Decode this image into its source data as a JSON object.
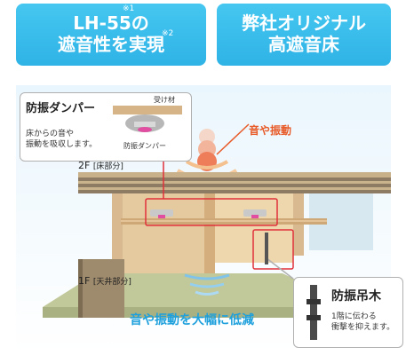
{
  "badges": {
    "left": {
      "line1": "LH-55の",
      "line2": "遮音性を実現",
      "note1": "※1",
      "note2": "※2"
    },
    "right": {
      "line1": "弊社オリジナル",
      "line2": "高遮音床"
    }
  },
  "diagram": {
    "floor_2f": "2F",
    "floor_2f_part": "[床部分]",
    "floor_1f": "1F",
    "floor_1f_part": "[天井部分]",
    "sound_label": "音や振動",
    "reduce_label": "音や振動を大幅に低減"
  },
  "damper_callout": {
    "title": "防振ダンパー",
    "desc1": "床からの音や",
    "desc2": "振動を吸収します。",
    "receiver_label": "受け材",
    "damper_label": "防振ダンパー"
  },
  "hanger_callout": {
    "title": "防振吊木",
    "desc1": "1階に伝わる",
    "desc2": "衝撃を抑えます。"
  },
  "colors": {
    "badge": "#2fb3e6",
    "accent_orange": "#e85a28",
    "accent_blue": "#1ea0dc",
    "highlight_red": "#e0303a"
  }
}
